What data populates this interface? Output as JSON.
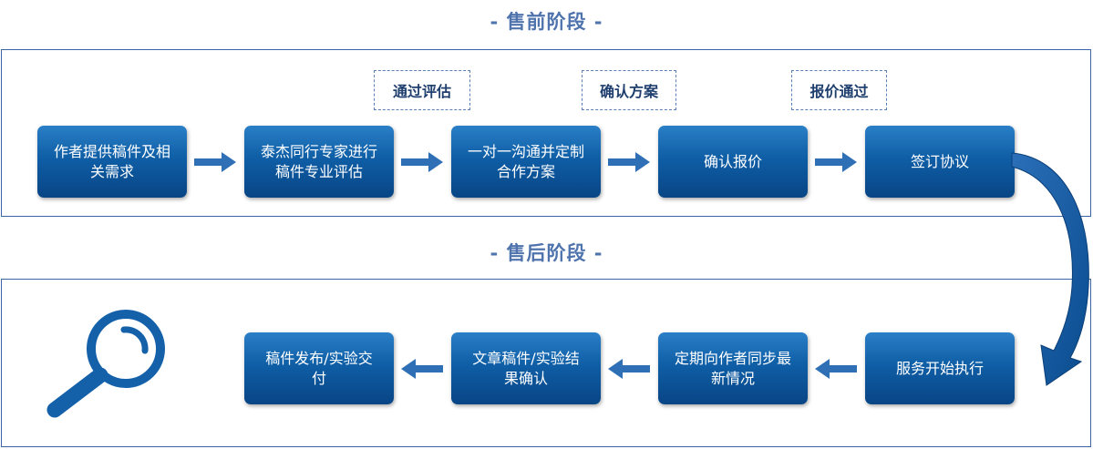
{
  "pre_sale": {
    "title": "- 售前阶段 -",
    "steps": [
      "作者提供稿件及相关需求",
      "泰杰同行专家进行稿件专业评估",
      "一对一沟通并定制合作方案",
      "确认报价",
      "签订协议"
    ],
    "tags": [
      "通过评估",
      "确认方案",
      "报价通过"
    ]
  },
  "post_sale": {
    "title": "- 售后阶段 -",
    "steps": [
      "服务开始执行",
      "定期向作者同步最新情况",
      "文章稿件/实验结果确认",
      "稿件发布/实验交付"
    ]
  },
  "icons": {
    "magnifier": "magnifier-icon",
    "flow_arrow": "right-arrow-icon",
    "curve_arrow": "curved-down-arrow-icon"
  },
  "colors": {
    "accent": "#4f73ad",
    "box_top": "#2a7fc6",
    "box_bottom": "#084585",
    "border": "#3b64a4"
  }
}
